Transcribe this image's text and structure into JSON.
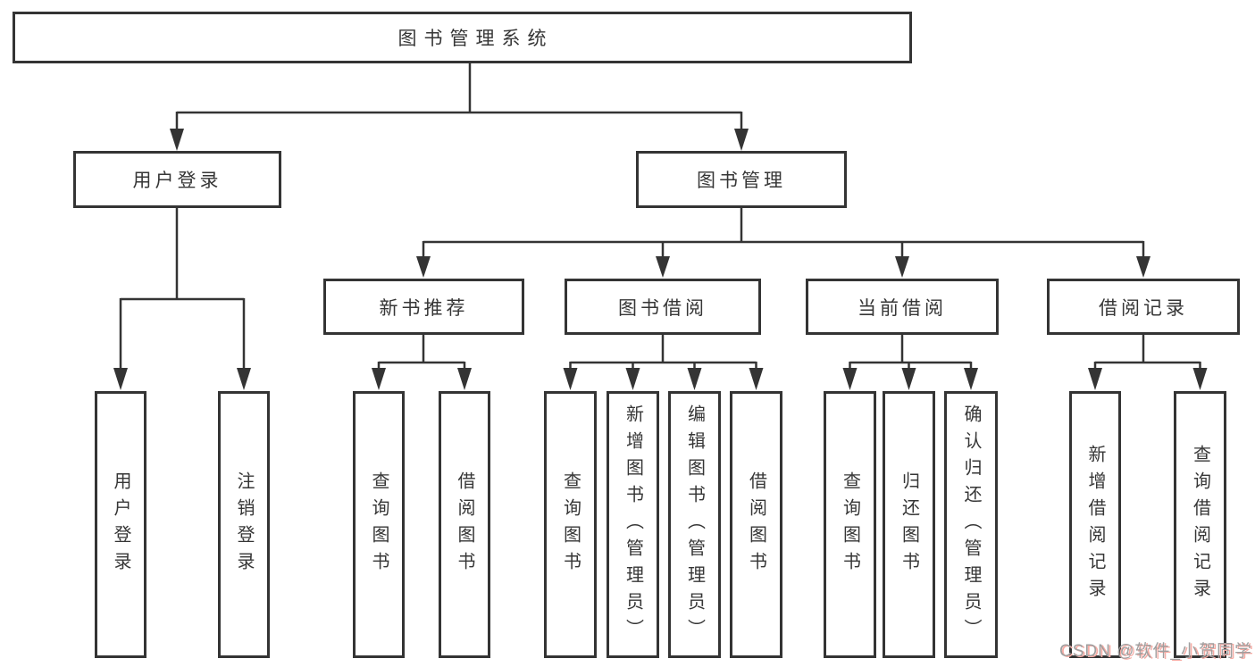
{
  "diagram": {
    "kind": "hierarchy-flowchart",
    "colors": {
      "background": "#ffffff",
      "line": "#343434",
      "box_border": "#343434",
      "text": "#363636",
      "watermark_gray": "#9f9f9f",
      "watermark_red": "#f6aba4"
    },
    "tree": {
      "root": {
        "label": "图书管理系统"
      },
      "children": [
        {
          "label": "用户登录",
          "children": [
            {
              "label": "用户登录"
            },
            {
              "label": "注销登录"
            }
          ]
        },
        {
          "label": "图书管理",
          "children": [
            {
              "label": "新书推荐",
              "children": [
                {
                  "label": "查询图书"
                },
                {
                  "label": "借阅图书"
                }
              ]
            },
            {
              "label": "图书借阅",
              "children": [
                {
                  "label": "查询图书"
                },
                {
                  "label": "新增图书（管理员）"
                },
                {
                  "label": "编辑图书（管理员）"
                },
                {
                  "label": "借阅图书"
                }
              ]
            },
            {
              "label": "当前借阅",
              "children": [
                {
                  "label": "查询图书"
                },
                {
                  "label": "归还图书"
                },
                {
                  "label": "确认归还（管理员）"
                }
              ]
            },
            {
              "label": "借阅记录",
              "children": [
                {
                  "label": "新增借阅记录"
                },
                {
                  "label": "查询借阅记录"
                }
              ]
            }
          ]
        }
      ]
    }
  },
  "watermark": {
    "text": "CSDN @软件_小贺同学"
  }
}
